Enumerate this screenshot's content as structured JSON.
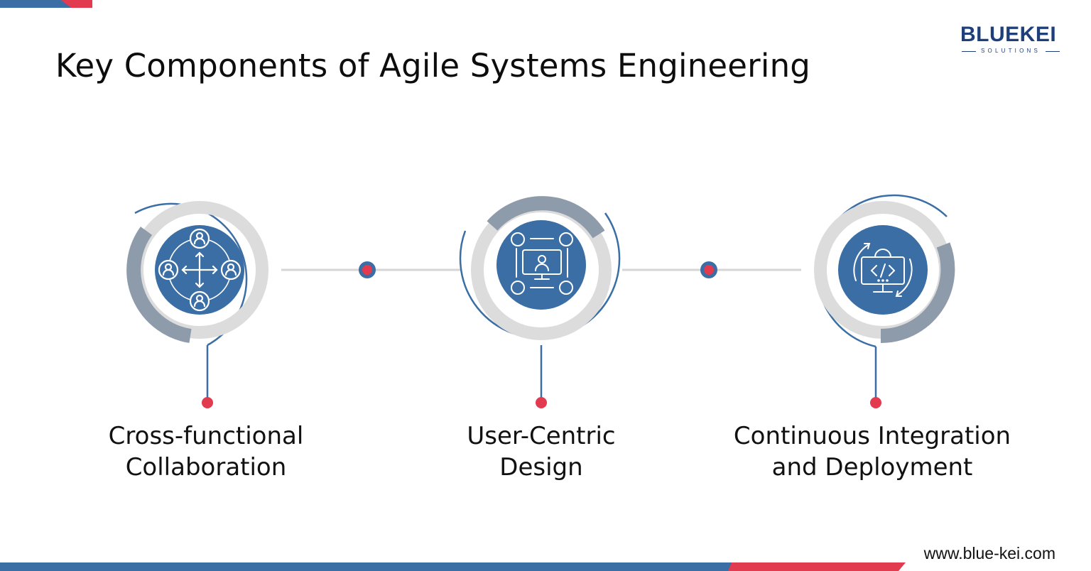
{
  "title": "Key Components of Agile Systems Engineering",
  "logo": {
    "text": "BLUEKEI",
    "subtext": "SOLUTIONS"
  },
  "website": "www.blue-kei.com",
  "colors": {
    "primary_blue": "#3a6ea5",
    "accent_red": "#e23a4f",
    "ring_gray": "#dcdcdc",
    "ring_dark_gray": "#8e9bab",
    "connector_gray": "#d6d6d6"
  },
  "components": [
    {
      "label_line1": "Cross-functional",
      "label_line2": "Collaboration",
      "icon": "team-collaboration-icon"
    },
    {
      "label_line1": "User-Centric",
      "label_line2": "Design",
      "icon": "user-design-monitor-icon"
    },
    {
      "label_line1": "Continuous Integration",
      "label_line2": "and Deployment",
      "icon": "code-deployment-icon"
    }
  ]
}
